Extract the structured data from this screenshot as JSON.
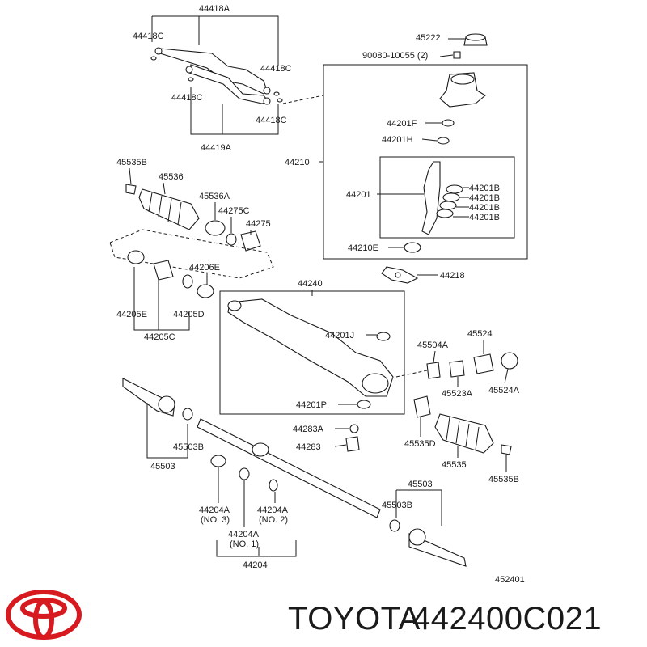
{
  "labels": {
    "l44418a": "44418A",
    "l44418c_1": "44418C",
    "l44418c_2": "44418C",
    "l44418c_3": "44418C",
    "l44418c_4": "44418C",
    "l44419a": "44419A",
    "l45222": "45222",
    "l90080": "90080-10055 (2)",
    "l44201f": "44201F",
    "l44201h": "44201H",
    "l44210": "44210",
    "l44201": "44201",
    "l44201b_1": "44201B",
    "l44201b_2": "44201B",
    "l44201b_3": "44201B",
    "l44201b_4": "44201B",
    "l44210e": "44210E",
    "l44218": "44218",
    "l45535b_1": "45535B",
    "l45536": "45536",
    "l45536a": "45536A",
    "l44275c": "44275C",
    "l44275": "44275",
    "l44206e": "44206E",
    "l44205e": "44205E",
    "l44205d": "44205D",
    "l44205c": "44205C",
    "l44240": "44240",
    "l44201j": "44201J",
    "l44201p": "44201P",
    "l44283a": "44283A",
    "l44283": "44283",
    "l45504a": "45504A",
    "l45524": "45524",
    "l45523a": "45523A",
    "l45524a": "45524A",
    "l45535d": "45535D",
    "l45535": "45535",
    "l45535b_2": "45535B",
    "l45503b_1": "45503B",
    "l45503_1": "45503",
    "l45503_2": "45503",
    "l45503b_2": "45503B",
    "l44204a_1": "44204A",
    "l44204a_1b": "(NO. 3)",
    "l44204a_2": "44204A",
    "l44204a_2b": "(NO. 2)",
    "l44204a_3": "44204A",
    "l44204a_3b": "(NO. 1)",
    "l44204": "44204",
    "l452401": "452401"
  },
  "footer": {
    "brand": "TOYOTA",
    "part_number": "442400C021"
  },
  "logo": {
    "name": "toyota-logo",
    "color": "#d71920"
  }
}
